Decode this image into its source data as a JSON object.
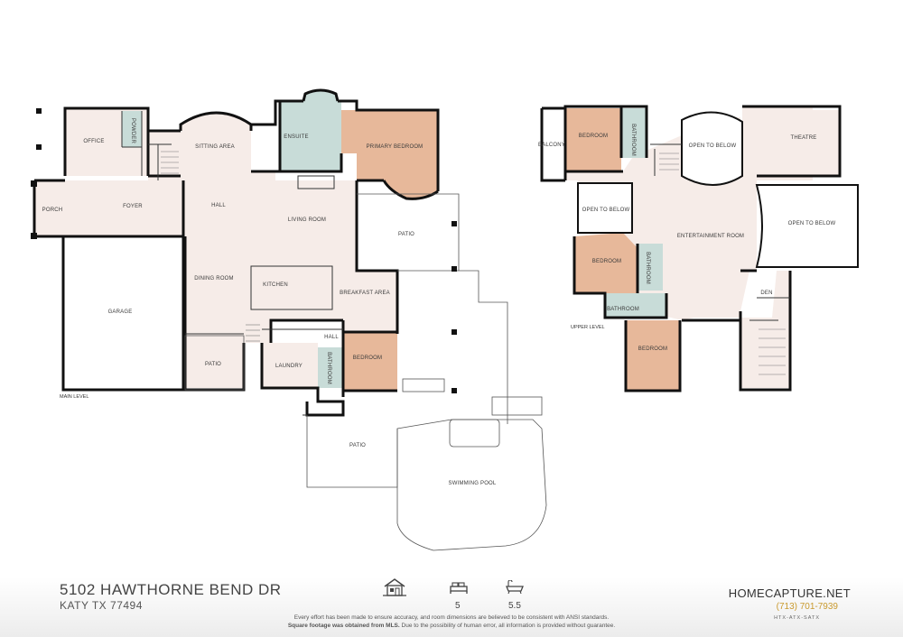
{
  "labels": {
    "office": "OFFICE",
    "powder": "POWDER",
    "sitting_area": "SITTING AREA",
    "ensuite": "ENSUITE",
    "primary_bedroom": "PRIMARY BEDROOM",
    "porch": "PORCH",
    "foyer": "FOYER",
    "hall": "HALL",
    "living_room": "LIVING ROOM",
    "patio_east": "PATIO",
    "garage": "GARAGE",
    "dining_room": "DINING ROOM",
    "kitchen": "KITCHEN",
    "breakfast_area": "BREAKFAST AREA",
    "hall_small": "HALL",
    "patio_west": "PATIO",
    "laundry": "LAUNDRY",
    "bathroom_main": "BATHROOM",
    "bedroom_main": "BEDROOM",
    "main_level": "MAIN LEVEL",
    "patio_south": "PATIO",
    "swimming_pool": "SWIMMING POOL",
    "balcony": "BALCONY",
    "bedroom_up1": "BEDROOM",
    "bathroom_up1": "BATHROOM",
    "open_to_below_1": "OPEN TO BELOW",
    "theatre": "THEATRE",
    "open_to_below_2": "OPEN TO BELOW",
    "open_to_below_3": "OPEN TO BELOW",
    "entertainment_room": "ENTERTAINMENT ROOM",
    "bedroom_up2": "BEDROOM",
    "bathroom_up2": "BATHROOM",
    "bathroom_up3": "BATHROOM",
    "den": "DEN",
    "upper_level": "UPPER LEVEL",
    "bedroom_up3": "BEDROOM"
  },
  "footer": {
    "address_line1": "5102 HAWTHORNE BEND DR",
    "address_line2": "KATY TX 77494",
    "bedrooms": "5",
    "bathrooms": "5.5",
    "disclaimer_1": "Every effort has been made to ensure accuracy, and room dimensions are believed to be consistent with ANSI standards.",
    "disclaimer_2_bold": "Square footage was obtained from MLS.",
    "disclaimer_2_rest": " Due to the possibility of human error, all information is provided without guarantee.",
    "brand": "HOMECAPTURE.NET",
    "phone": "(713) 701-7939",
    "tagline": "HTX-ATX-SATX"
  },
  "colors": {
    "bedroom_fill": "#e7b89a",
    "floor_fill": "#f6ece8",
    "bath_fill": "#c8dcd8",
    "wall": "#111111",
    "accent": "#c99a2e"
  },
  "icons": [
    "house-icon",
    "bed-icon",
    "bathtub-icon"
  ]
}
